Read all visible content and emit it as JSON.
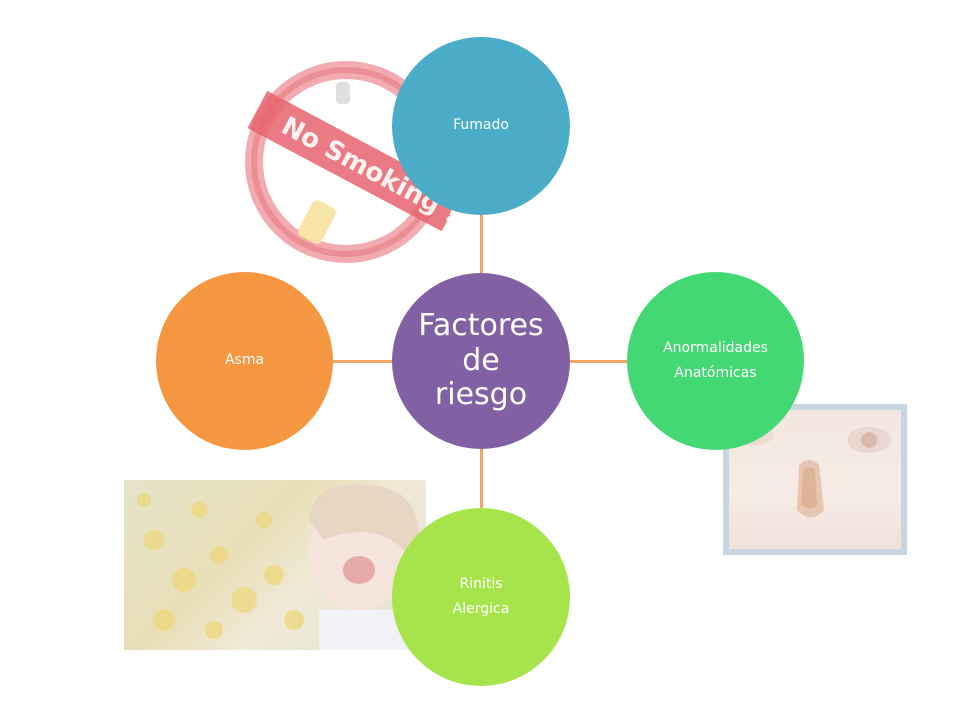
{
  "diagram": {
    "center": {
      "lines": [
        "Factores",
        "de",
        "riesgo"
      ],
      "color": "#8161a3"
    },
    "nodes": {
      "top": {
        "lines": [
          "Fumado"
        ],
        "color": "#4aacc6"
      },
      "right": {
        "lines": [
          "Anormalidades",
          "Anatómicas"
        ],
        "color": "#43d873"
      },
      "bottom": {
        "lines": [
          "Rinitis",
          "Alergica"
        ],
        "color": "#a7e44b"
      },
      "left": {
        "lines": [
          "Asma"
        ],
        "color": "#f59641"
      }
    },
    "connector_color": "#f0a664"
  },
  "images": {
    "no_smoking_sign": {
      "text": "No Smoking !",
      "color": "#e15763"
    },
    "child_sneezing": {
      "icon": "child-sneezing-image"
    },
    "nose_closeup": {
      "icon": "nose-closeup-image"
    }
  }
}
